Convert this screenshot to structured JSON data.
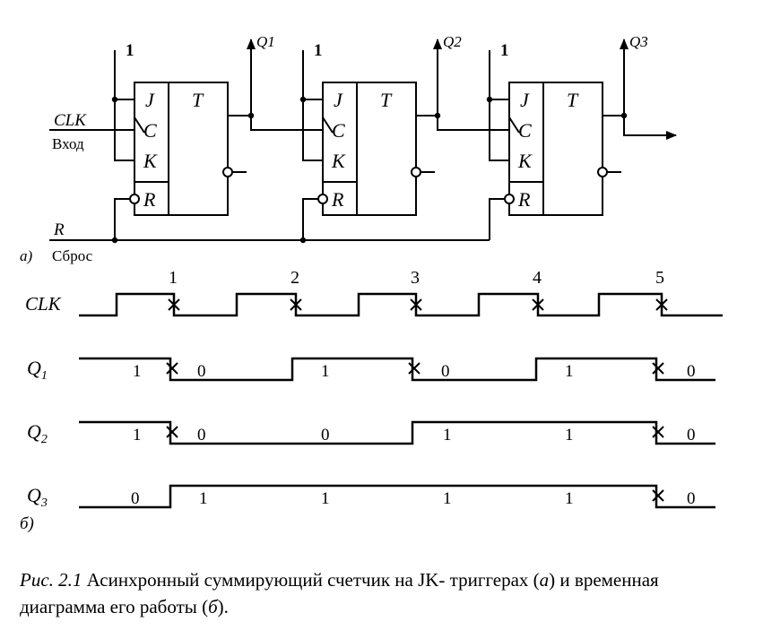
{
  "circuit": {
    "part_label": "а)",
    "one_labels": [
      "1",
      "1",
      "1"
    ],
    "q_labels": [
      "Q1",
      "Q2",
      "Q3"
    ],
    "flipflop": {
      "j": "J",
      "c": "C",
      "k": "K",
      "r": "R",
      "t": "T"
    },
    "clk_label": "CLK",
    "input_label": "Вход",
    "reset_label": "R",
    "reset_caption": "Сброс"
  },
  "timing": {
    "part_label": "б)",
    "clk_label": "CLK",
    "pulse_numbers": [
      "1",
      "2",
      "3",
      "4",
      "5"
    ],
    "q1_label": "Q",
    "q1_sub": "1",
    "q2_label": "Q",
    "q2_sub": "2",
    "q3_label": "Q",
    "q3_sub": "3",
    "q1_values": [
      "1",
      "0",
      "1",
      "0",
      "1",
      "0"
    ],
    "q2_values": [
      "1",
      "0",
      "0",
      "1",
      "1",
      "0"
    ],
    "q3_values": [
      "0",
      "1",
      "1",
      "1",
      "1",
      "0"
    ]
  },
  "caption": {
    "prefix": "Рис. 2.1",
    "text_1": " Асинхронный суммирующий счетчик на JK- триггерах (",
    "a": "а",
    "text_2": ") и временная диаграмма его работы (",
    "b": "б",
    "text_3": ")."
  }
}
